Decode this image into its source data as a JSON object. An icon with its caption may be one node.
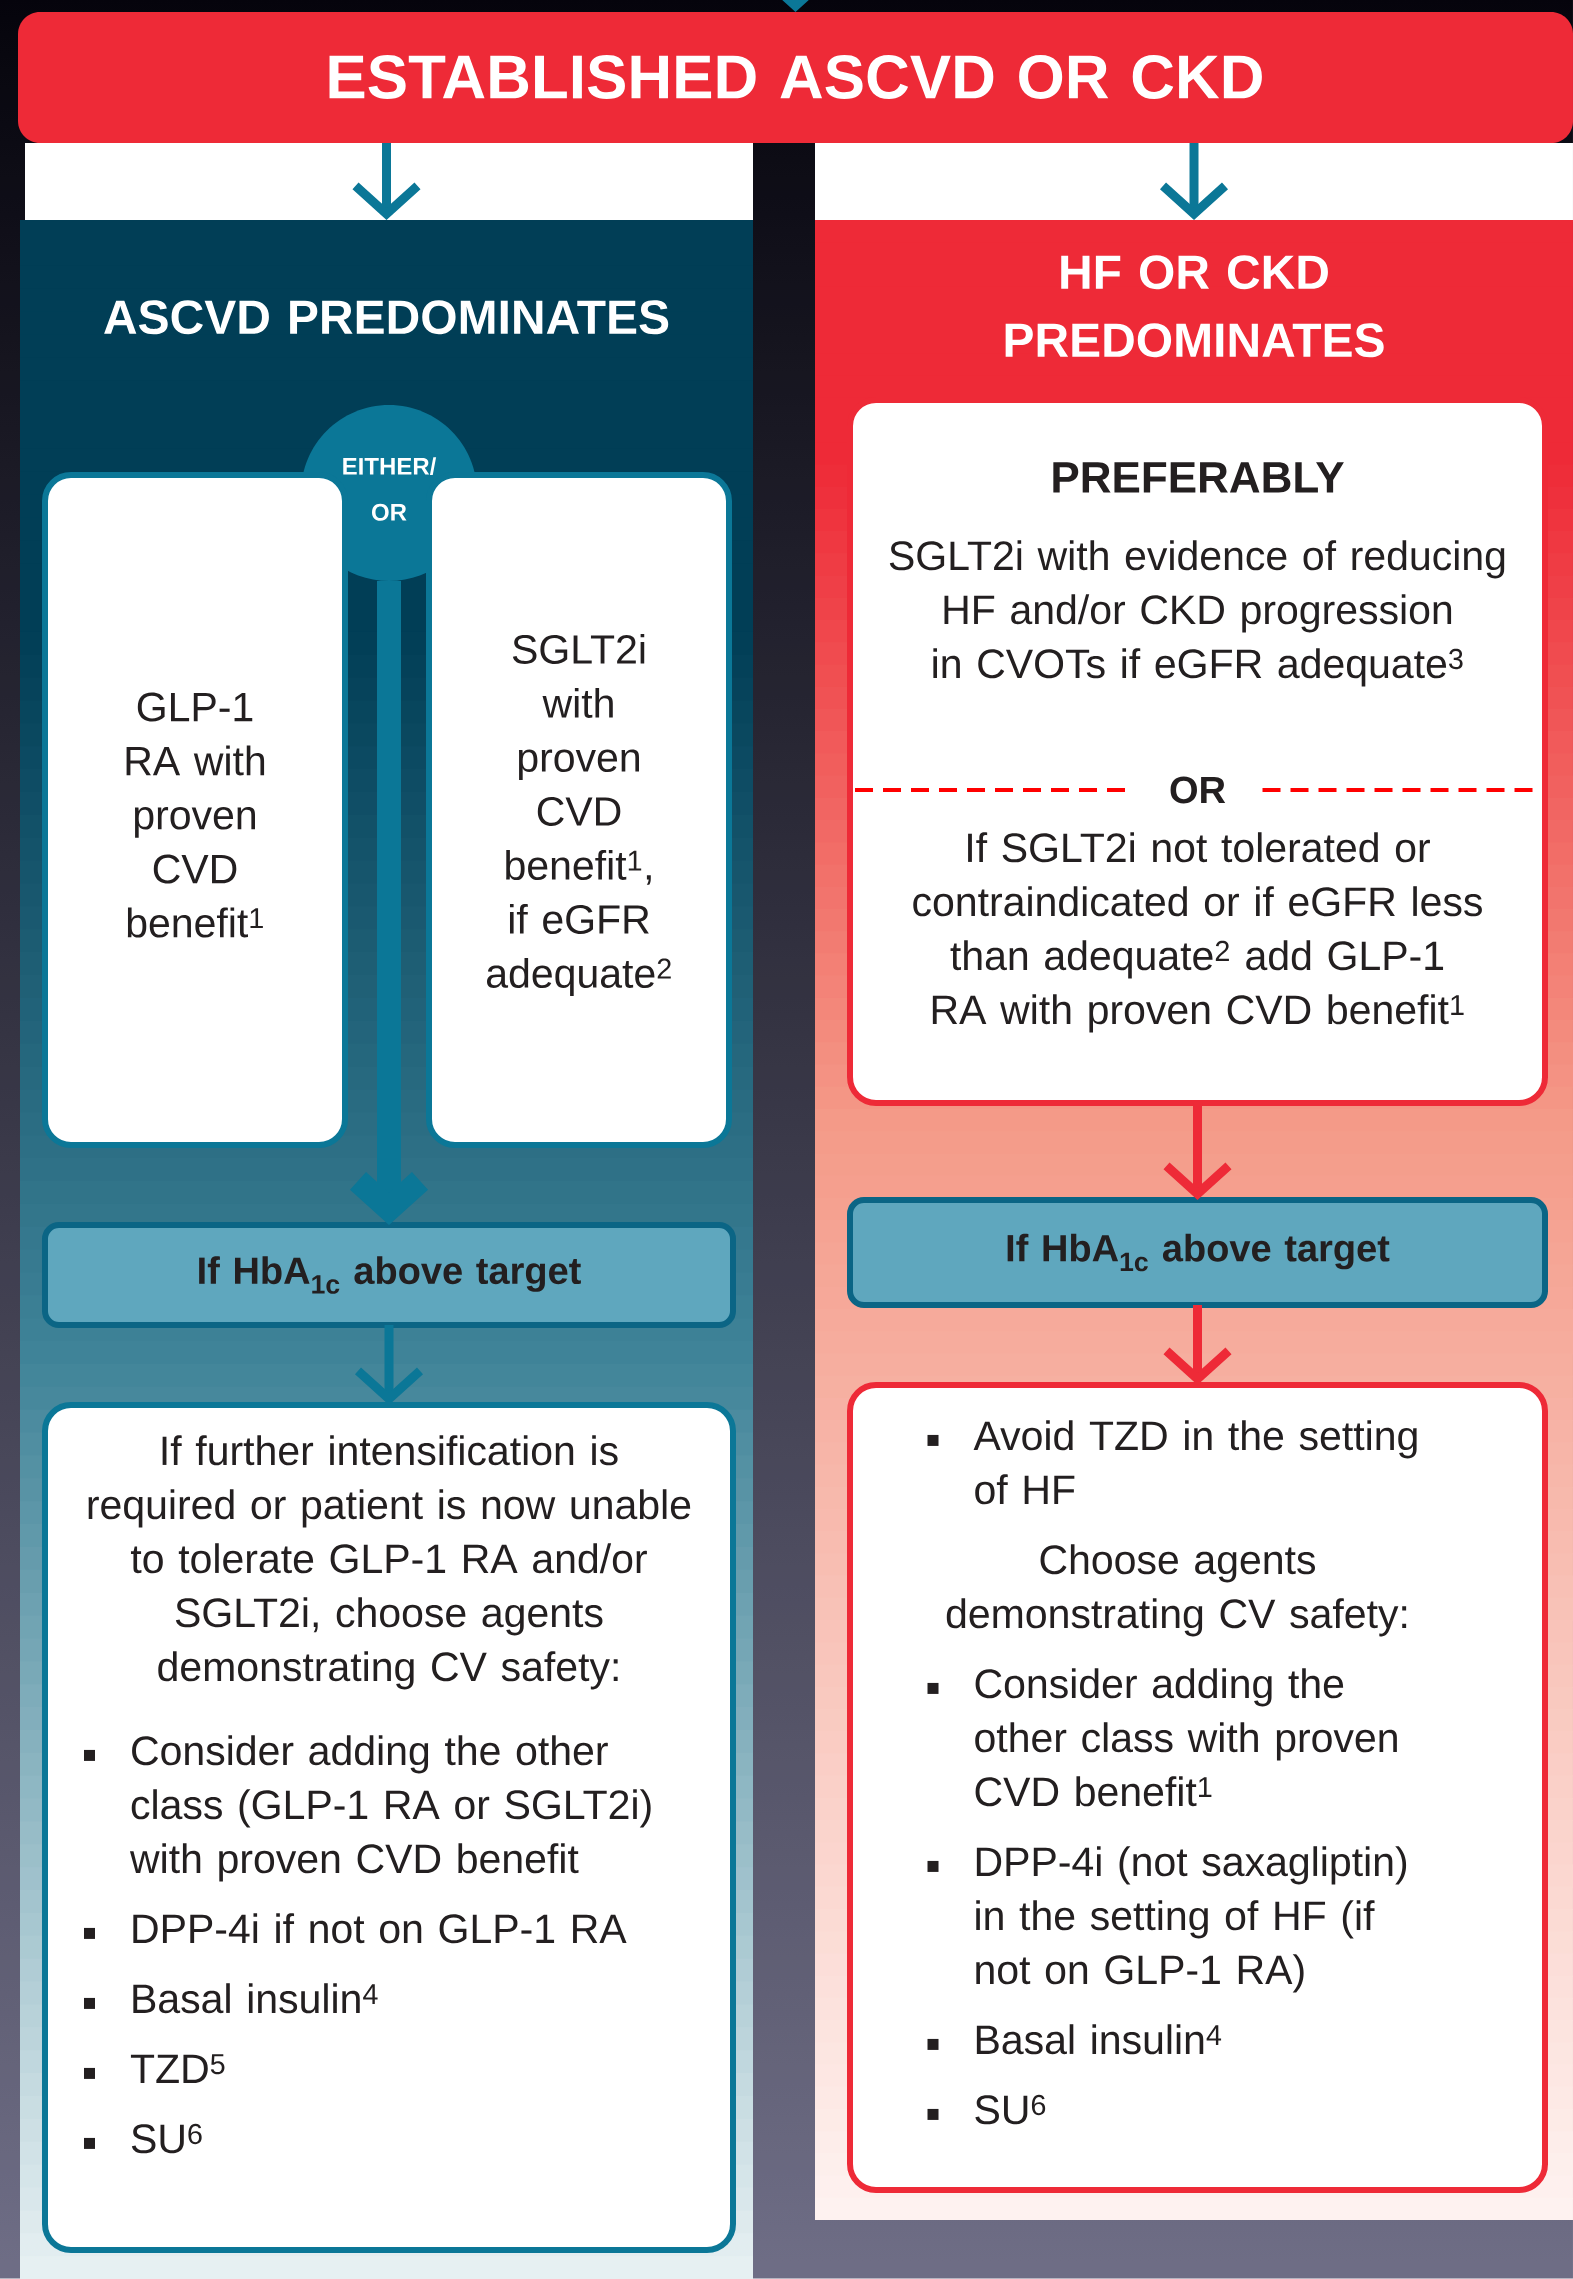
{
  "diagram": {
    "nodes": [
      {
        "text": [
          "ESTABLISHED ASCVD OR CKD"
        ]
      },
      {
        "text": [
          "ASCVD PREDOMINATES"
        ]
      },
      {
        "text": [
          "HF OR CKD PREDOMINATES"
        ]
      },
      {
        "text": [
          "EITHER/ OR"
        ],
        "in": 1
      },
      {
        "text": [
          "GLP-1 RA with proven CVD benefit$^{1}$"
        ],
        "in": 1
      },
      {
        "text": [
          "SGLT2i with proven CVD benefit$^{1}$, if eGFR adequate$^{2}$"
        ],
        "in": 1
      },
      {
        "text": [
          "If HbA$_{1c}$ above target"
        ],
        "in": 1
      },
      {
        "text": [
          "If further intensification is required or patient is now unable to tolerate GLP-1 RA and/or SGLT2i, choose agents demonstrating CV safety:",
          "Consider adding the other class (GLP-1 RA or SGLT2i) with proven CVD benefit",
          "DPP-4i if not on GLP-1 RA",
          "Basal insulin$^{4}$",
          "TZD$^{5}$",
          "SU$^{6}$"
        ],
        "in": 1
      },
      {
        "text": [
          "PREFERABLY",
          "SGLT2i with evidence of reducing HF and/or CKD progression in CVOTs if eGFR adequate$^{3}$",
          "OR",
          "If SGLT2i not tolerated or contraindicated or if eGFR less than adequate$^{2}$ add GLP-1 RA with proven CVD benefit$^{1}$"
        ],
        "in": 2
      },
      {
        "text": [
          "If HbA$_{1c}$ above target"
        ],
        "in": 2
      },
      {
        "text": [
          "Avoid TZD in the setting of HF",
          "Choose agents demonstrating CV safety:",
          "Consider adding the other class with proven CVD benefit$^{1}$",
          "DPP-4i (not saxagliptin) in the setting of HF (if not on GLP-1 RA)",
          "Basal insulin$^{4}$",
          "SU$^{6}$"
        ],
        "in": 2
      }
    ],
    "edges": [
      {
        "from": null,
        "to": 0,
        "arrow": "to"
      },
      {
        "from": 0,
        "to": 1,
        "arrow": "to"
      },
      {
        "from": 0,
        "to": 2,
        "arrow": "to"
      },
      {
        "from": 3,
        "to": 6,
        "arrow": "to",
        "style": "thick"
      },
      {
        "from": 6,
        "to": 7,
        "arrow": "to"
      },
      {
        "from": 8,
        "to": 9,
        "arrow": "to",
        "color": "#ee2a37"
      },
      {
        "from": 9,
        "to": 10,
        "arrow": "to",
        "color": "#ee2a37"
      }
    ]
  }
}
